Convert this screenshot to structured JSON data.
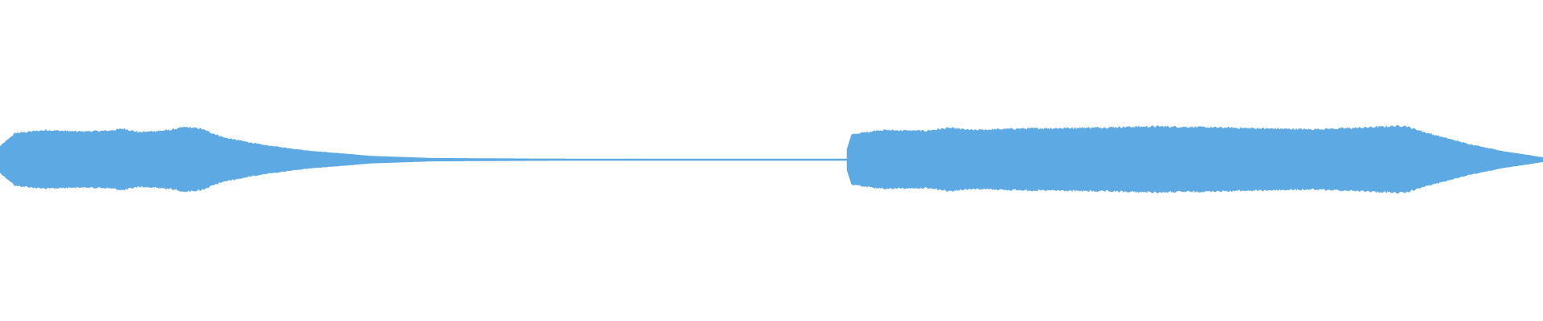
{
  "waveform": {
    "color": "#5DA9E3",
    "background": "#FFFFFF",
    "segments": [
      {
        "name": "segment-1",
        "start_fraction": 0.0,
        "end_fraction": 0.55,
        "envelope": [
          [
            0.0,
            0.18
          ],
          [
            0.01,
            0.36
          ],
          [
            0.03,
            0.4
          ],
          [
            0.05,
            0.38
          ],
          [
            0.07,
            0.39
          ],
          [
            0.08,
            0.42
          ],
          [
            0.09,
            0.37
          ],
          [
            0.11,
            0.4
          ],
          [
            0.12,
            0.44
          ],
          [
            0.13,
            0.42
          ],
          [
            0.145,
            0.3
          ],
          [
            0.17,
            0.2
          ],
          [
            0.2,
            0.12
          ],
          [
            0.24,
            0.05
          ],
          [
            0.28,
            0.02
          ],
          [
            0.35,
            0.012
          ],
          [
            0.45,
            0.01
          ],
          [
            0.549,
            0.01
          ]
        ]
      },
      {
        "name": "segment-2",
        "start_fraction": 0.549,
        "end_fraction": 1.0,
        "envelope": [
          [
            0.549,
            0.15
          ],
          [
            0.552,
            0.34
          ],
          [
            0.57,
            0.4
          ],
          [
            0.6,
            0.39
          ],
          [
            0.615,
            0.43
          ],
          [
            0.63,
            0.4
          ],
          [
            0.66,
            0.42
          ],
          [
            0.7,
            0.43
          ],
          [
            0.75,
            0.45
          ],
          [
            0.8,
            0.43
          ],
          [
            0.85,
            0.41
          ],
          [
            0.88,
            0.43
          ],
          [
            0.91,
            0.46
          ],
          [
            0.925,
            0.36
          ],
          [
            0.95,
            0.22
          ],
          [
            0.975,
            0.11
          ],
          [
            1.0,
            0.03
          ]
        ]
      }
    ]
  }
}
